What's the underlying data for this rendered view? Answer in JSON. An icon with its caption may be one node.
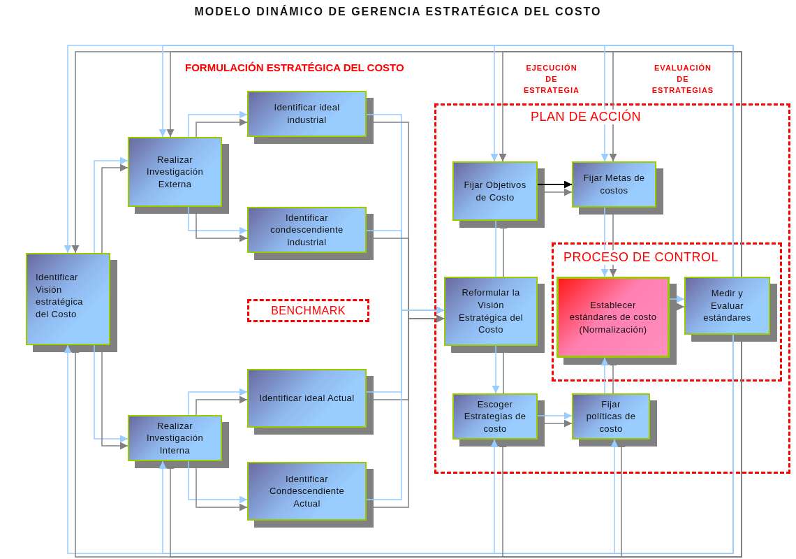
{
  "diagram": {
    "title": "MODELO DINÁMICO DE GERENCIA ESTRATÉGICA DEL COSTO",
    "nodes": [
      {
        "text": [
          "Identificar Visión estratégica del Costo"
        ]
      },
      {
        "text": [
          "Realizar Investigación Externa"
        ]
      },
      {
        "text": [
          "Identificar ideal industrial"
        ]
      },
      {
        "text": [
          "Identificar condescendiente industrial"
        ]
      },
      {
        "text": [
          "BENCHMARK"
        ]
      },
      {
        "text": [
          "Realizar Investigación Interna"
        ]
      },
      {
        "text": [
          "Identificar ideal Actual"
        ]
      },
      {
        "text": [
          "Identificar Condescendiente Actual"
        ]
      },
      {
        "text": [
          "PLAN DE ACCIÓN"
        ]
      },
      {
        "text": [
          "Fijar Objetivos de Costo"
        ],
        "in": 8
      },
      {
        "text": [
          "Fijar Metas de costos"
        ],
        "in": 8
      },
      {
        "text": [
          "Reformular la Visión Estratégica del Costo"
        ],
        "in": 8
      },
      {
        "text": [
          "PROCESO DE CONTROL"
        ],
        "in": 8
      },
      {
        "text": [
          "Establecer estándares de costo (Normalización)"
        ],
        "in": 12
      },
      {
        "text": [
          "Medir y Evaluar estándares"
        ],
        "in": 12
      },
      {
        "text": [
          "Escoger Estrategias de costo"
        ],
        "in": 8
      },
      {
        "text": [
          "Fijar políticas de costo"
        ],
        "in": 8
      }
    ],
    "edges": [
      {
        "from": 0,
        "to": 1,
        "arrow": "to",
        "color": "#99ccff"
      },
      {
        "from": 0,
        "to": 1,
        "arrow": "to"
      },
      {
        "from": 0,
        "to": 5,
        "arrow": "to",
        "color": "#99ccff"
      },
      {
        "from": 0,
        "to": 5,
        "arrow": "to"
      },
      {
        "from": 1,
        "to": 2,
        "arrow": "to",
        "color": "#99ccff"
      },
      {
        "from": 1,
        "to": 2,
        "arrow": "to"
      },
      {
        "from": 1,
        "to": 3,
        "arrow": "to",
        "color": "#99ccff"
      },
      {
        "from": 1,
        "to": 3,
        "arrow": "to"
      },
      {
        "from": 5,
        "to": 6,
        "arrow": "to",
        "color": "#99ccff"
      },
      {
        "from": 5,
        "to": 6,
        "arrow": "to"
      },
      {
        "from": 5,
        "to": 7,
        "arrow": "to",
        "color": "#99ccff"
      },
      {
        "from": 5,
        "to": 7,
        "arrow": "to"
      },
      {
        "from": 2,
        "to": 11,
        "arrow": "to",
        "color": "#99ccff"
      },
      {
        "from": 2,
        "to": 11,
        "arrow": "to"
      },
      {
        "from": 3,
        "to": 11,
        "arrow": "to",
        "color": "#99ccff"
      },
      {
        "from": 3,
        "to": 11,
        "arrow": "to"
      },
      {
        "from": 6,
        "to": 11,
        "arrow": "to",
        "color": "#99ccff"
      },
      {
        "from": 6,
        "to": 11,
        "arrow": "to"
      },
      {
        "from": 7,
        "to": 11,
        "arrow": "to",
        "color": "#99ccff"
      },
      {
        "from": 7,
        "to": 11,
        "arrow": "to"
      },
      {
        "from": 9,
        "to": 10,
        "arrow": "to",
        "color": "#000000"
      },
      {
        "from": 9,
        "to": 10,
        "arrow": "to"
      },
      {
        "from": 9,
        "to": 11,
        "arrow": "none",
        "color": "#99ccff"
      },
      {
        "from": 11,
        "to": 9,
        "arrow": "to"
      },
      {
        "from": 11,
        "to": 15,
        "arrow": "to",
        "color": "#99ccff"
      },
      {
        "from": 15,
        "to": 11,
        "arrow": "none"
      },
      {
        "from": 10,
        "to": 13,
        "arrow": "to",
        "color": "#99ccff"
      },
      {
        "from": 10,
        "to": 13,
        "arrow": "to"
      },
      {
        "from": 15,
        "to": 16,
        "arrow": "to",
        "color": "#99ccff"
      },
      {
        "from": 15,
        "to": 16,
        "arrow": "to"
      },
      {
        "from": 16,
        "to": 13,
        "arrow": "to",
        "color": "#99ccff"
      },
      {
        "from": 16,
        "to": 13,
        "arrow": "to"
      },
      {
        "from": 13,
        "to": 14,
        "arrow": "to",
        "color": "#99ccff"
      },
      {
        "from": 13,
        "to": 14,
        "arrow": "to"
      },
      {
        "from": 14,
        "to": 0,
        "arrow": "to",
        "color": "#99ccff"
      },
      {
        "from": 14,
        "to": 0,
        "arrow": "to"
      },
      {
        "from": 14,
        "to": 1,
        "arrow": "to",
        "color": "#99ccff"
      },
      {
        "from": 14,
        "to": 1,
        "arrow": "to"
      },
      {
        "from": 14,
        "to": 9,
        "arrow": "to",
        "color": "#99ccff"
      },
      {
        "from": 14,
        "to": 9,
        "arrow": "to"
      },
      {
        "from": 14,
        "to": 10,
        "arrow": "to",
        "color": "#99ccff"
      },
      {
        "from": 14,
        "to": 10,
        "arrow": "to"
      },
      {
        "from": 14,
        "to": 0,
        "arrow": "to",
        "color": "#99ccff"
      },
      {
        "from": 14,
        "to": 0,
        "arrow": "to"
      },
      {
        "from": 14,
        "to": 5,
        "arrow": "to",
        "color": "#99ccff"
      },
      {
        "from": 14,
        "to": 5,
        "arrow": "to"
      },
      {
        "from": 14,
        "to": 15,
        "arrow": "to",
        "color": "#99ccff"
      },
      {
        "from": 14,
        "to": 15,
        "arrow": "to"
      },
      {
        "from": 14,
        "to": 16,
        "arrow": "to",
        "color": "#99ccff"
      },
      {
        "from": 14,
        "to": 16,
        "arrow": "to"
      }
    ],
    "labels": [
      "FORMULACIÓN ESTRATÉGICA DEL COSTO",
      "EJECUCIÓN DE ESTRATEGIA",
      "EVALUACIÓN DE ESTRATEGIAS"
    ]
  }
}
